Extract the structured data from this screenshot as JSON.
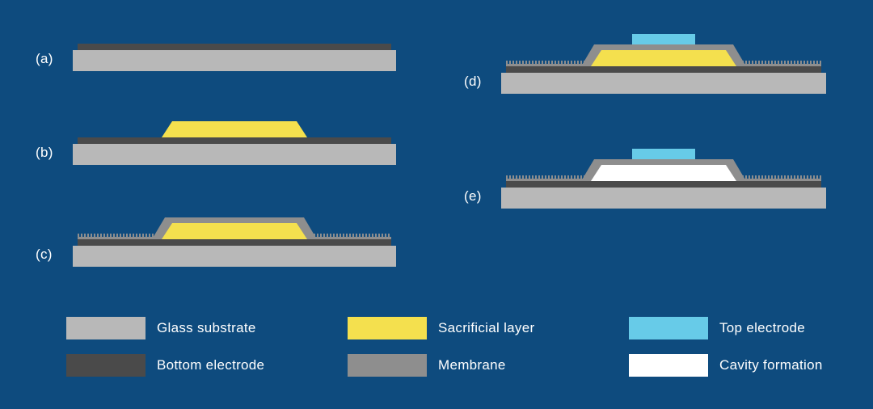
{
  "colors": {
    "background": "#0e4b7e",
    "substrate": "#b8b8b8",
    "bottom-electrode": "#4a4a4a",
    "sacrificial": "#f4e04e",
    "membrane": "#8e8e8e",
    "top-electrode": "#67cbe8",
    "cavity": "#ffffff",
    "text": "#ffffff"
  },
  "steps": [
    {
      "label": "(a)",
      "layers": [
        "Glass substrate",
        "Bottom electrode"
      ]
    },
    {
      "label": "(b)",
      "layers": [
        "Glass substrate",
        "Bottom electrode",
        "Sacrificial layer"
      ]
    },
    {
      "label": "(c)",
      "layers": [
        "Glass substrate",
        "Bottom electrode",
        "Sacrificial layer",
        "Membrane"
      ]
    },
    {
      "label": "(d)",
      "layers": [
        "Glass substrate",
        "Bottom electrode",
        "Sacrificial layer",
        "Membrane",
        "Top electrode"
      ]
    },
    {
      "label": "(e)",
      "layers": [
        "Glass substrate",
        "Bottom electrode",
        "Membrane",
        "Top electrode",
        "Cavity formation"
      ]
    }
  ],
  "legend": {
    "items": [
      {
        "label": "Glass substrate"
      },
      {
        "label": "Bottom electrode"
      },
      {
        "label": "Sacrificial layer"
      },
      {
        "label": "Membrane"
      },
      {
        "label": "Top electrode"
      },
      {
        "label": "Cavity formation"
      }
    ]
  }
}
